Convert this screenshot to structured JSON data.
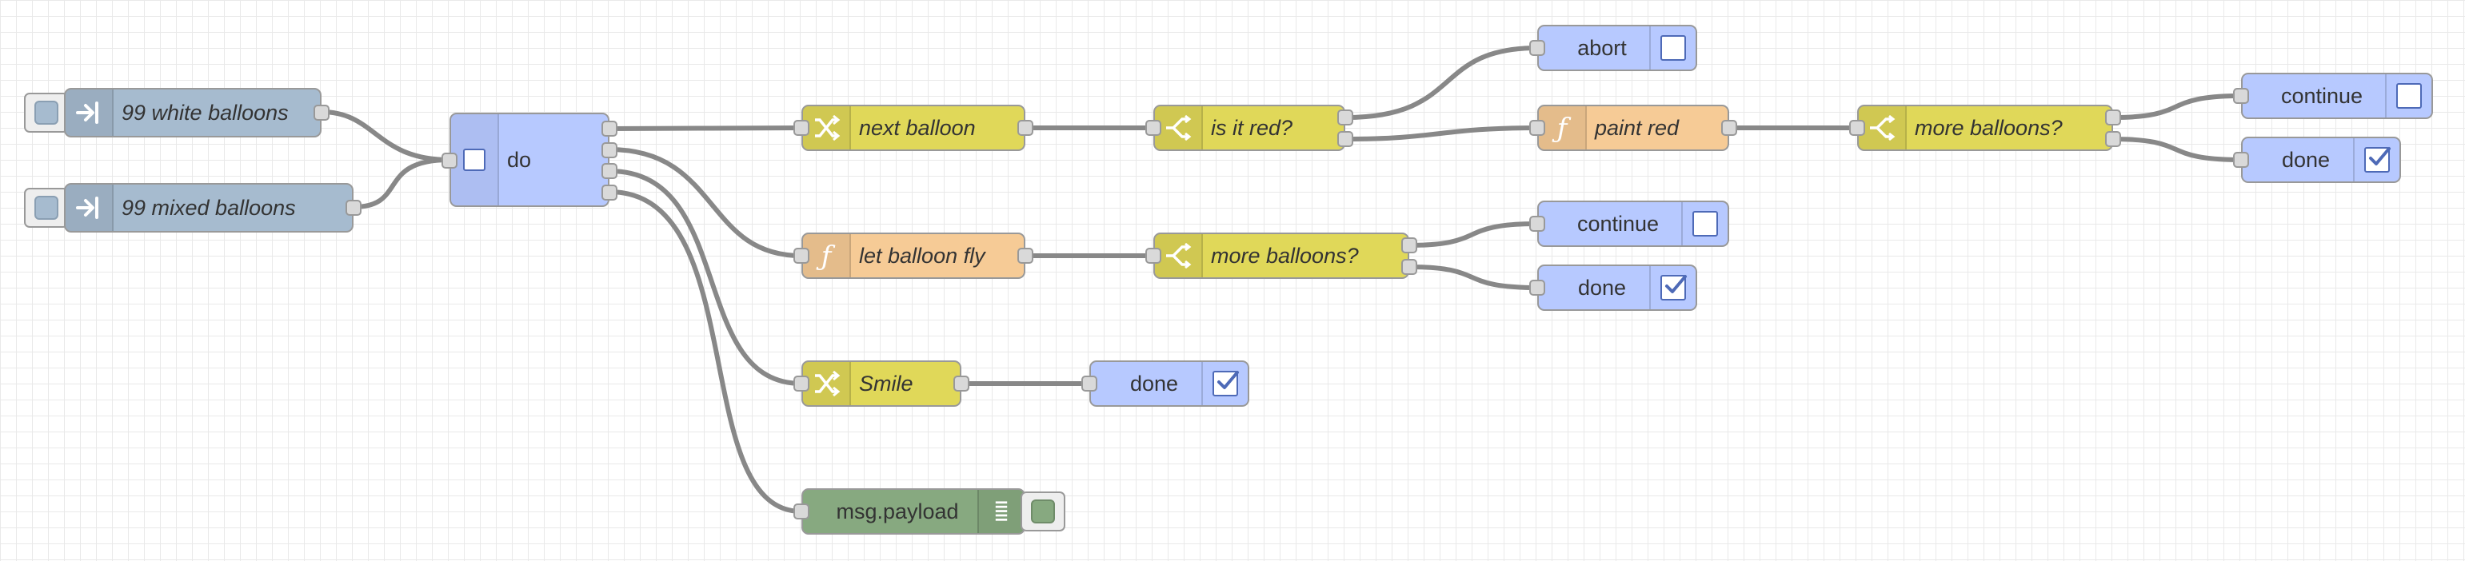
{
  "colors": {
    "inject": "#a6bbcf",
    "link": "#b7c9ff",
    "switch": "#e0d859",
    "function": "#f6cb96",
    "debug": "#87a980",
    "wire": "#888888"
  },
  "nodes": {
    "inject_white": {
      "label": "99 white balloons",
      "type": "inject",
      "icon": "arrow-in-icon"
    },
    "inject_mixed": {
      "label": "99 mixed balloons",
      "type": "inject",
      "icon": "arrow-in-icon"
    },
    "do": {
      "label": "do",
      "type": "link",
      "icon": "link-checkbox-icon"
    },
    "next_balloon": {
      "label": "next balloon",
      "type": "switch",
      "icon": "shuffle-icon"
    },
    "is_it_red": {
      "label": "is it red?",
      "type": "switch",
      "icon": "switch-icon"
    },
    "abort": {
      "label": "abort",
      "type": "link",
      "icon": "empty-checkbox-icon"
    },
    "paint_red": {
      "label": "paint red",
      "type": "function",
      "icon": "function-icon"
    },
    "more_balloons_top": {
      "label": "more balloons?",
      "type": "switch",
      "icon": "switch-icon"
    },
    "continue_top": {
      "label": "continue",
      "type": "link",
      "icon": "empty-checkbox-icon"
    },
    "done_top": {
      "label": "done",
      "type": "link",
      "icon": "checked-checkbox-icon"
    },
    "let_balloon_fly": {
      "label": "let balloon fly",
      "type": "function",
      "icon": "function-icon"
    },
    "more_balloons_mid": {
      "label": "more balloons?",
      "type": "switch",
      "icon": "switch-icon"
    },
    "continue_mid": {
      "label": "continue",
      "type": "link",
      "icon": "empty-checkbox-icon"
    },
    "done_mid": {
      "label": "done",
      "type": "link",
      "icon": "checked-checkbox-icon"
    },
    "smile": {
      "label": "Smile",
      "type": "switch",
      "icon": "shuffle-icon"
    },
    "done_smile": {
      "label": "done",
      "type": "link",
      "icon": "checked-checkbox-icon"
    },
    "debug": {
      "label": "msg.payload",
      "type": "debug",
      "icon": "list-icon"
    }
  },
  "wires": [
    [
      "inject_white",
      "do"
    ],
    [
      "inject_mixed",
      "do"
    ],
    [
      "do",
      "next_balloon"
    ],
    [
      "do",
      "let_balloon_fly"
    ],
    [
      "do",
      "smile"
    ],
    [
      "do",
      "debug"
    ],
    [
      "next_balloon",
      "is_it_red"
    ],
    [
      "is_it_red",
      "abort"
    ],
    [
      "is_it_red",
      "paint_red"
    ],
    [
      "paint_red",
      "more_balloons_top"
    ],
    [
      "more_balloons_top",
      "continue_top"
    ],
    [
      "more_balloons_top",
      "done_top"
    ],
    [
      "let_balloon_fly",
      "more_balloons_mid"
    ],
    [
      "more_balloons_mid",
      "continue_mid"
    ],
    [
      "more_balloons_mid",
      "done_mid"
    ],
    [
      "smile",
      "done_smile"
    ]
  ]
}
